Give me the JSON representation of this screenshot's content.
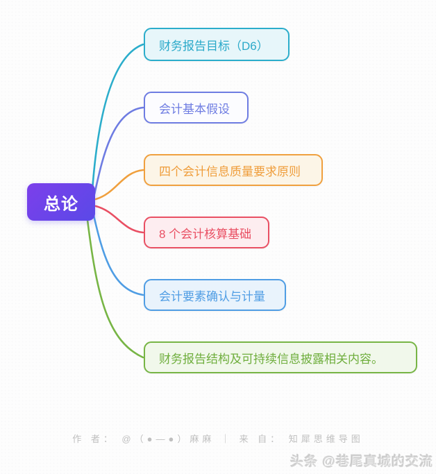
{
  "mindmap": {
    "root": {
      "label": "总论",
      "gradient_start": "#7c3fea",
      "gradient_end": "#5a49e8",
      "text_color": "#ffffff"
    },
    "branches": [
      {
        "label": "财务报告目标（D6）",
        "border": "#2badcb",
        "fill": "#e7f6fa",
        "text": "#2aa9c9",
        "line": "#2badcb"
      },
      {
        "label": "会计基本假设",
        "border": "#6e7ce2",
        "fill": "#fcfcff",
        "text": "#6e7ce2",
        "line": "#6e7ce2"
      },
      {
        "label": "四个会计信息质量要求原则",
        "border": "#f0a03e",
        "fill": "#fcf5e7",
        "text": "#ef9d3b",
        "line": "#f0a03e"
      },
      {
        "label": "8 个会计核算基础",
        "border": "#e94f63",
        "fill": "#fdedf0",
        "text": "#e94f63",
        "line": "#e94f63"
      },
      {
        "label": "会计要素确认与计量",
        "border": "#4f9de4",
        "fill": "#e9f3fc",
        "text": "#4f9de4",
        "line": "#4f9de4"
      },
      {
        "label": "财务报告结构及可持续信息披露相关内容。",
        "border": "#77b545",
        "fill": "#f1f8eb",
        "text": "#6fae3d",
        "line": "#77b545"
      }
    ]
  },
  "footer": {
    "credit": "作 者：  @（●—●）麻麻   ｜   来 自：  知犀思维导图"
  },
  "watermark": {
    "label": "头条 @巷尾真城的交流"
  }
}
